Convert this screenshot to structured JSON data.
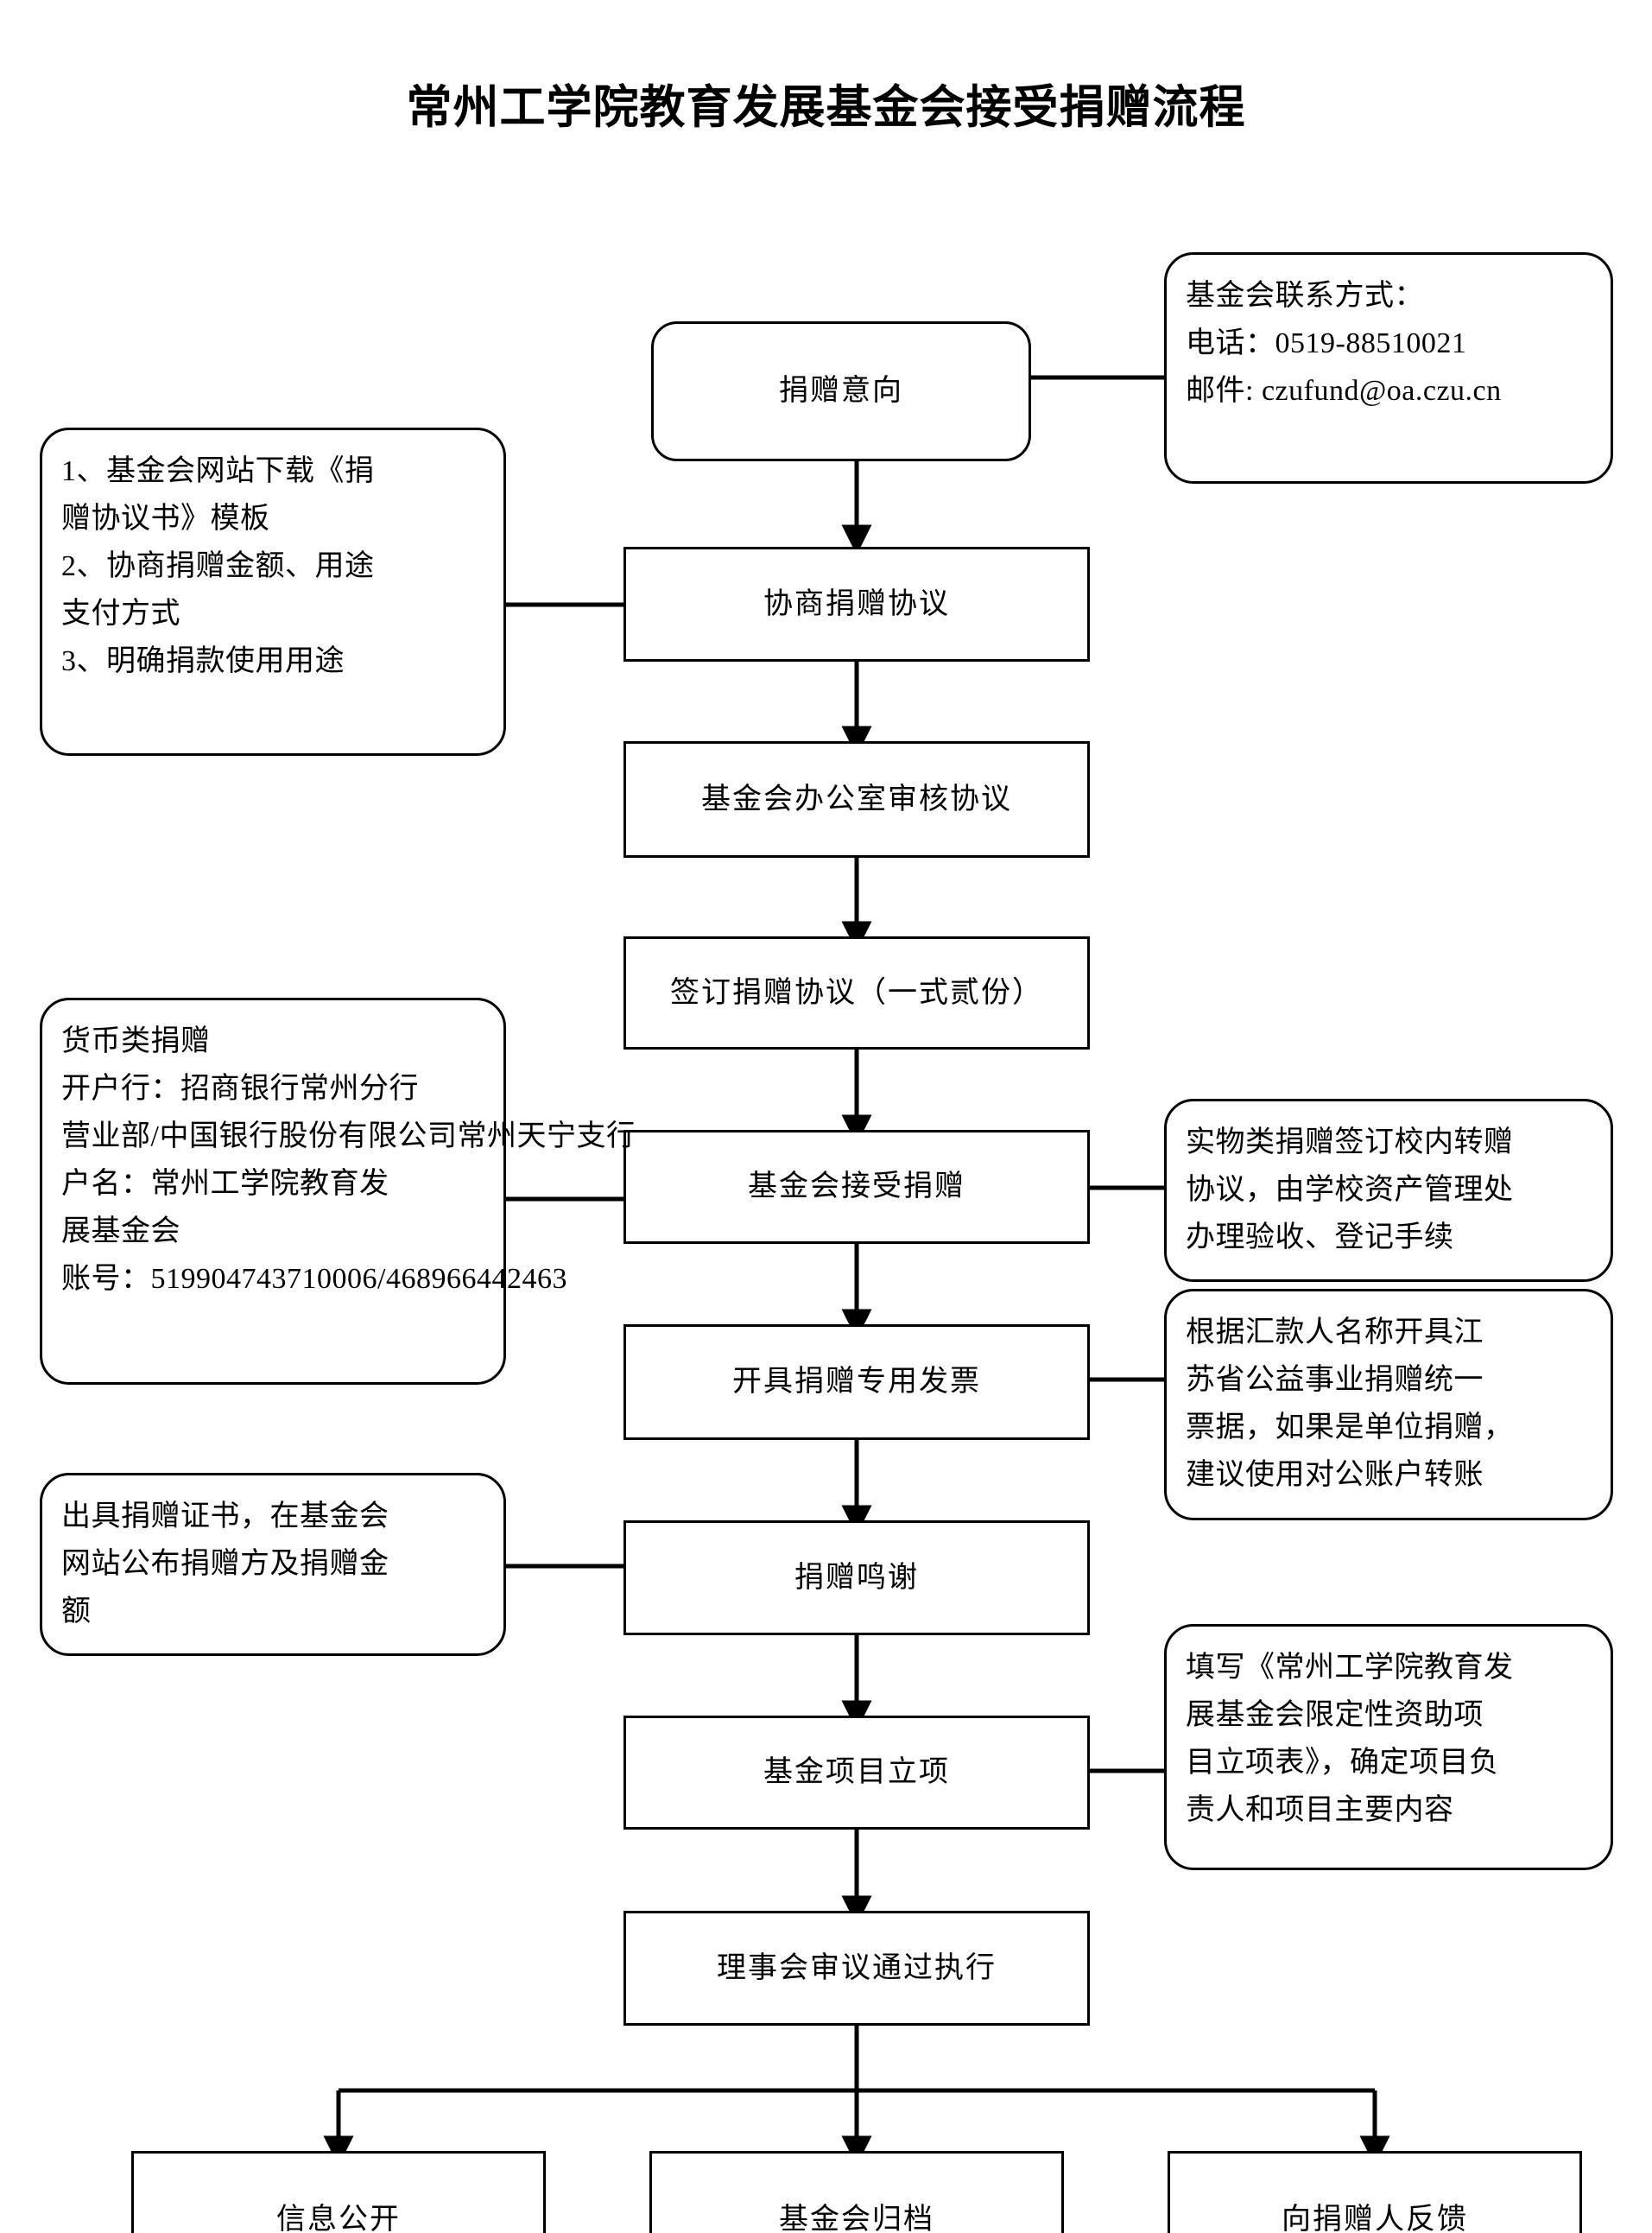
{
  "title": "常州工学院教育发展基金会接受捐赠流程",
  "flow": {
    "steps": [
      {
        "id": "intent",
        "label": "捐赠意向"
      },
      {
        "id": "negotiate",
        "label": "协商捐赠协议"
      },
      {
        "id": "review",
        "label": "基金会办公室审核协议"
      },
      {
        "id": "sign",
        "label": "签订捐赠协议（一式贰份）"
      },
      {
        "id": "accept",
        "label": "基金会接受捐赠"
      },
      {
        "id": "invoice",
        "label": "开具捐赠专用发票"
      },
      {
        "id": "thanks",
        "label": "捐赠鸣谢"
      },
      {
        "id": "project",
        "label": "基金项目立项"
      },
      {
        "id": "council",
        "label": "理事会审议通过执行"
      }
    ],
    "terminals": [
      {
        "id": "disclosure",
        "label": "信息公开"
      },
      {
        "id": "archive",
        "label": "基金会归档"
      },
      {
        "id": "feedback",
        "label": "向捐赠人反馈"
      }
    ]
  },
  "notes": {
    "contact": {
      "lines": [
        "基金会联系方式：",
        "电话：0519-88510021",
        "邮件: czufund@oa.czu.cn"
      ]
    },
    "agreement_prep": {
      "lines": [
        "1、基金会网站下载《捐",
        "赠协议书》模板",
        "2、协商捐赠金额、用途",
        "支付方式",
        "3、明确捐款使用用途"
      ]
    },
    "bank": {
      "lines": [
        "货币类捐赠",
        "开户行：招商银行常州分行",
        "营业部/中国银行股份有限公司常州天宁支行",
        "户名：常州工学院教育发",
        "展基金会",
        "账号：519904743710006/468966442463"
      ]
    },
    "in_kind": {
      "lines": [
        "实物类捐赠签订校内转赠",
        "协议，由学校资产管理处",
        "办理验收、登记手续"
      ]
    },
    "receipt": {
      "lines": [
        "根据汇款人名称开具江",
        "苏省公益事业捐赠统一",
        "票据，如果是单位捐赠，",
        "建议使用对公账户转账"
      ]
    },
    "certificate": {
      "lines": [
        "出具捐赠证书，在基金会",
        "网站公布捐赠方及捐赠金",
        "额"
      ]
    },
    "project_form": {
      "lines": [
        "填写《常州工学院教育发",
        "展基金会限定性资助项",
        "目立项表》，确定项目负",
        "责人和项目主要内容"
      ]
    }
  },
  "colors": {
    "stroke": "#000000",
    "background": "#ffffff"
  }
}
